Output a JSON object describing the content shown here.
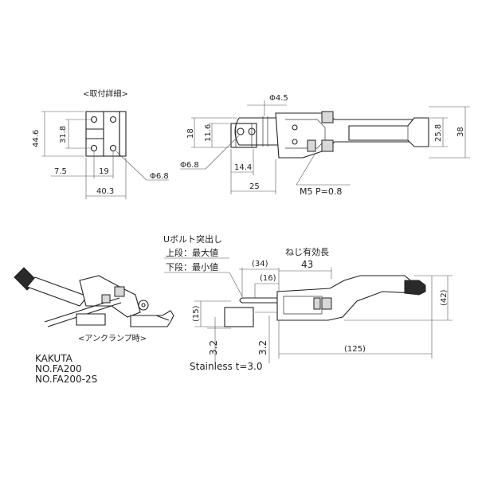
{
  "labels": {
    "mount_detail": "<取付詳細>",
    "unclamped": "<アンクランプ時>",
    "bolt_protrusion": "Uボルト突出し",
    "upper_max": "上段：最大値",
    "lower_min": "下段：最小値",
    "thread_length": "ねじ有効長",
    "material": "Stainless t=3.0",
    "thread_spec": "M5 P=0.8"
  },
  "product": {
    "maker": "KAKUTA",
    "model_1": "NO.FA200",
    "model_2": "NO.FA200-2S"
  },
  "dimensions": {
    "d44_6": "44.6",
    "d31_8": "31.8",
    "d7_5": "7.5",
    "d19": "19",
    "d40_3": "40.3",
    "phi6_8a": "Φ6.8",
    "phi4_5": "Φ4.5",
    "d18": "18",
    "d11_6": "11.6",
    "phi6_8b": "Φ6.8",
    "d14_4": "14.4",
    "d25": "25",
    "d25_8": "25.8",
    "d38": "38",
    "d34": "(34)",
    "d16": "(16)",
    "d43": "43",
    "d15": "(15)",
    "d3_2a": "3.2",
    "d3_2b": "3.2",
    "d125": "(125)",
    "d42": "(42)"
  }
}
